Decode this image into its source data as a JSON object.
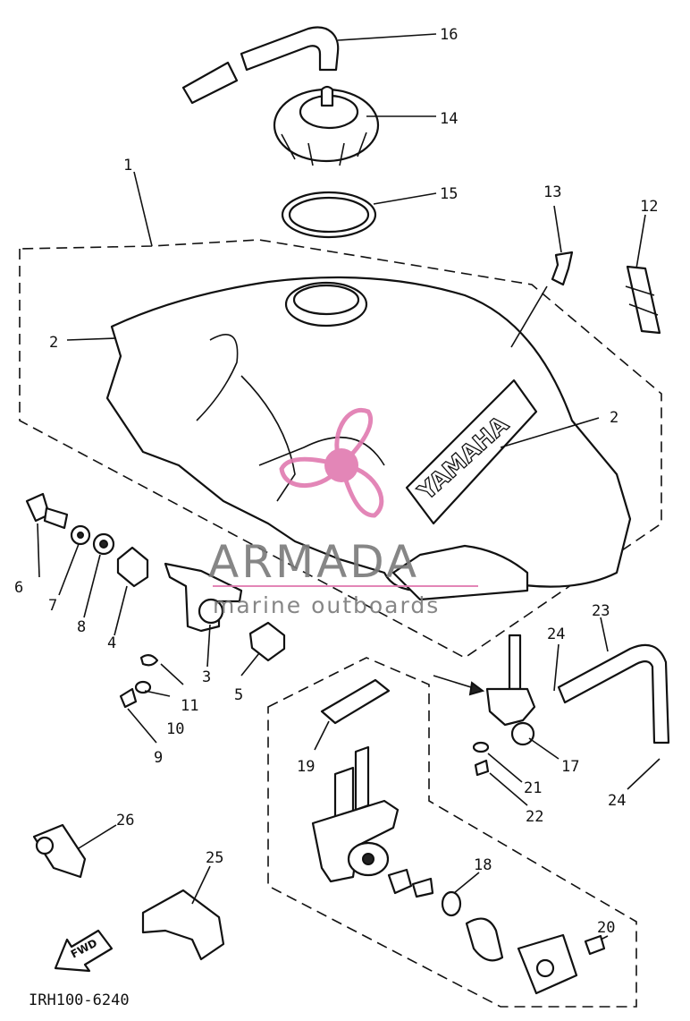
{
  "callouts": [
    "1",
    "2",
    "2",
    "3",
    "4",
    "5",
    "6",
    "7",
    "8",
    "9",
    "10",
    "11",
    "12",
    "13",
    "14",
    "15",
    "16",
    "17",
    "18",
    "19",
    "20",
    "21",
    "22",
    "23",
    "24",
    "24",
    "25",
    "26"
  ],
  "tank_brand": "YAMAHA",
  "fwd_label": "FWD",
  "drawing_code": "IRH100-6240",
  "watermark": {
    "brand": "ARMADA",
    "tagline": "marine outboards",
    "accent_color": "#e07ab0"
  }
}
